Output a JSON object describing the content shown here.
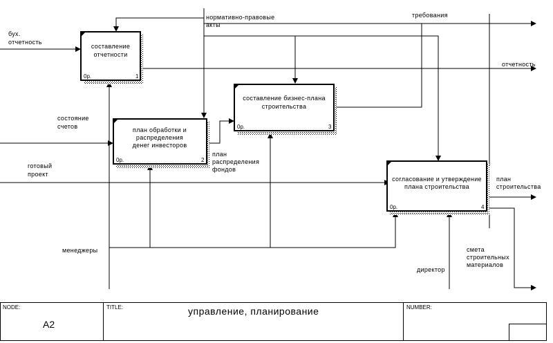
{
  "boxes": [
    {
      "title_lines": [
        "составление",
        "отчетности"
      ],
      "code": "0р.",
      "num": "1"
    },
    {
      "title_lines": [
        "план обработки и",
        "распределения",
        "денег инвесторов"
      ],
      "code": "0р.",
      "num": "2"
    },
    {
      "title_lines": [
        "составление бизнес-плана",
        "строительства"
      ],
      "code": "0р.",
      "num": "3"
    },
    {
      "title_lines": [
        "согласование и утверждение",
        "плана строительства"
      ],
      "code": "0р.",
      "num": "4"
    }
  ],
  "arrows": {
    "buh": [
      "бух.",
      "отчетность"
    ],
    "normativ": [
      "нормативно-правовые",
      "акты"
    ],
    "treb": [
      "требования"
    ],
    "otchet": [
      "отчетность"
    ],
    "sostoyanie": [
      "состояние",
      "счетов"
    ],
    "plan_raspr": [
      "план",
      "распределения",
      "фондов"
    ],
    "gotovy": [
      "готовый",
      "проект"
    ],
    "plan_str": [
      "план",
      "строительства"
    ],
    "managers": [
      "менеджеры"
    ],
    "smeta": [
      "смета",
      "строительных",
      "материалов"
    ],
    "director": [
      "директор"
    ]
  },
  "footer": {
    "node_label": "NODE:",
    "node_value": "A2",
    "title_label": "TITLE:",
    "title_value": "управление, планирование",
    "number_label": "NUMBER:"
  }
}
